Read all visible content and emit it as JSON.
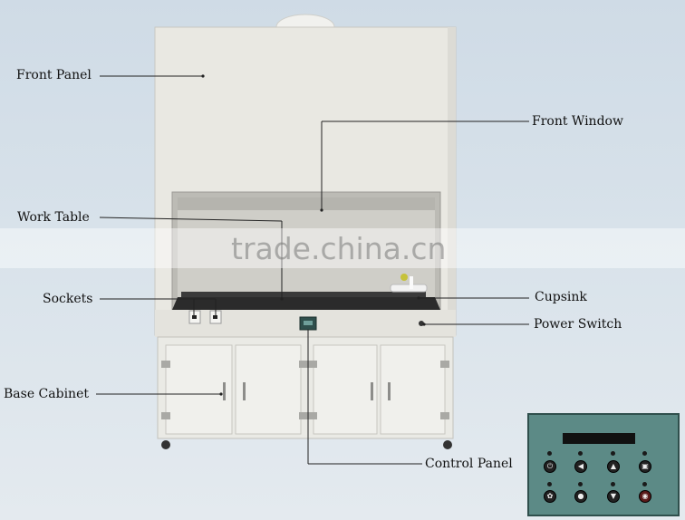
{
  "labels": {
    "front_panel": "Front Panel",
    "front_window": "Front Window",
    "work_table": "Work Table",
    "sockets": "Sockets",
    "cupsink": "Cupsink",
    "power_switch": "Power Switch",
    "base_cabinet": "Base Cabinet",
    "control_panel": "Control Panel"
  },
  "watermark": "trade.china.cn",
  "colors": {
    "cabinet": "#e9e8e2",
    "window_interior": "#c7c6c0",
    "work_surface": "#2b2b2b",
    "control_panel": "#5c8a86"
  },
  "control_panel_icons": [
    "power-icon",
    "left-arrow-icon",
    "up-arrow-icon",
    "light-icon",
    "fan-icon",
    "record-icon",
    "down-arrow-icon",
    "stop-icon"
  ]
}
